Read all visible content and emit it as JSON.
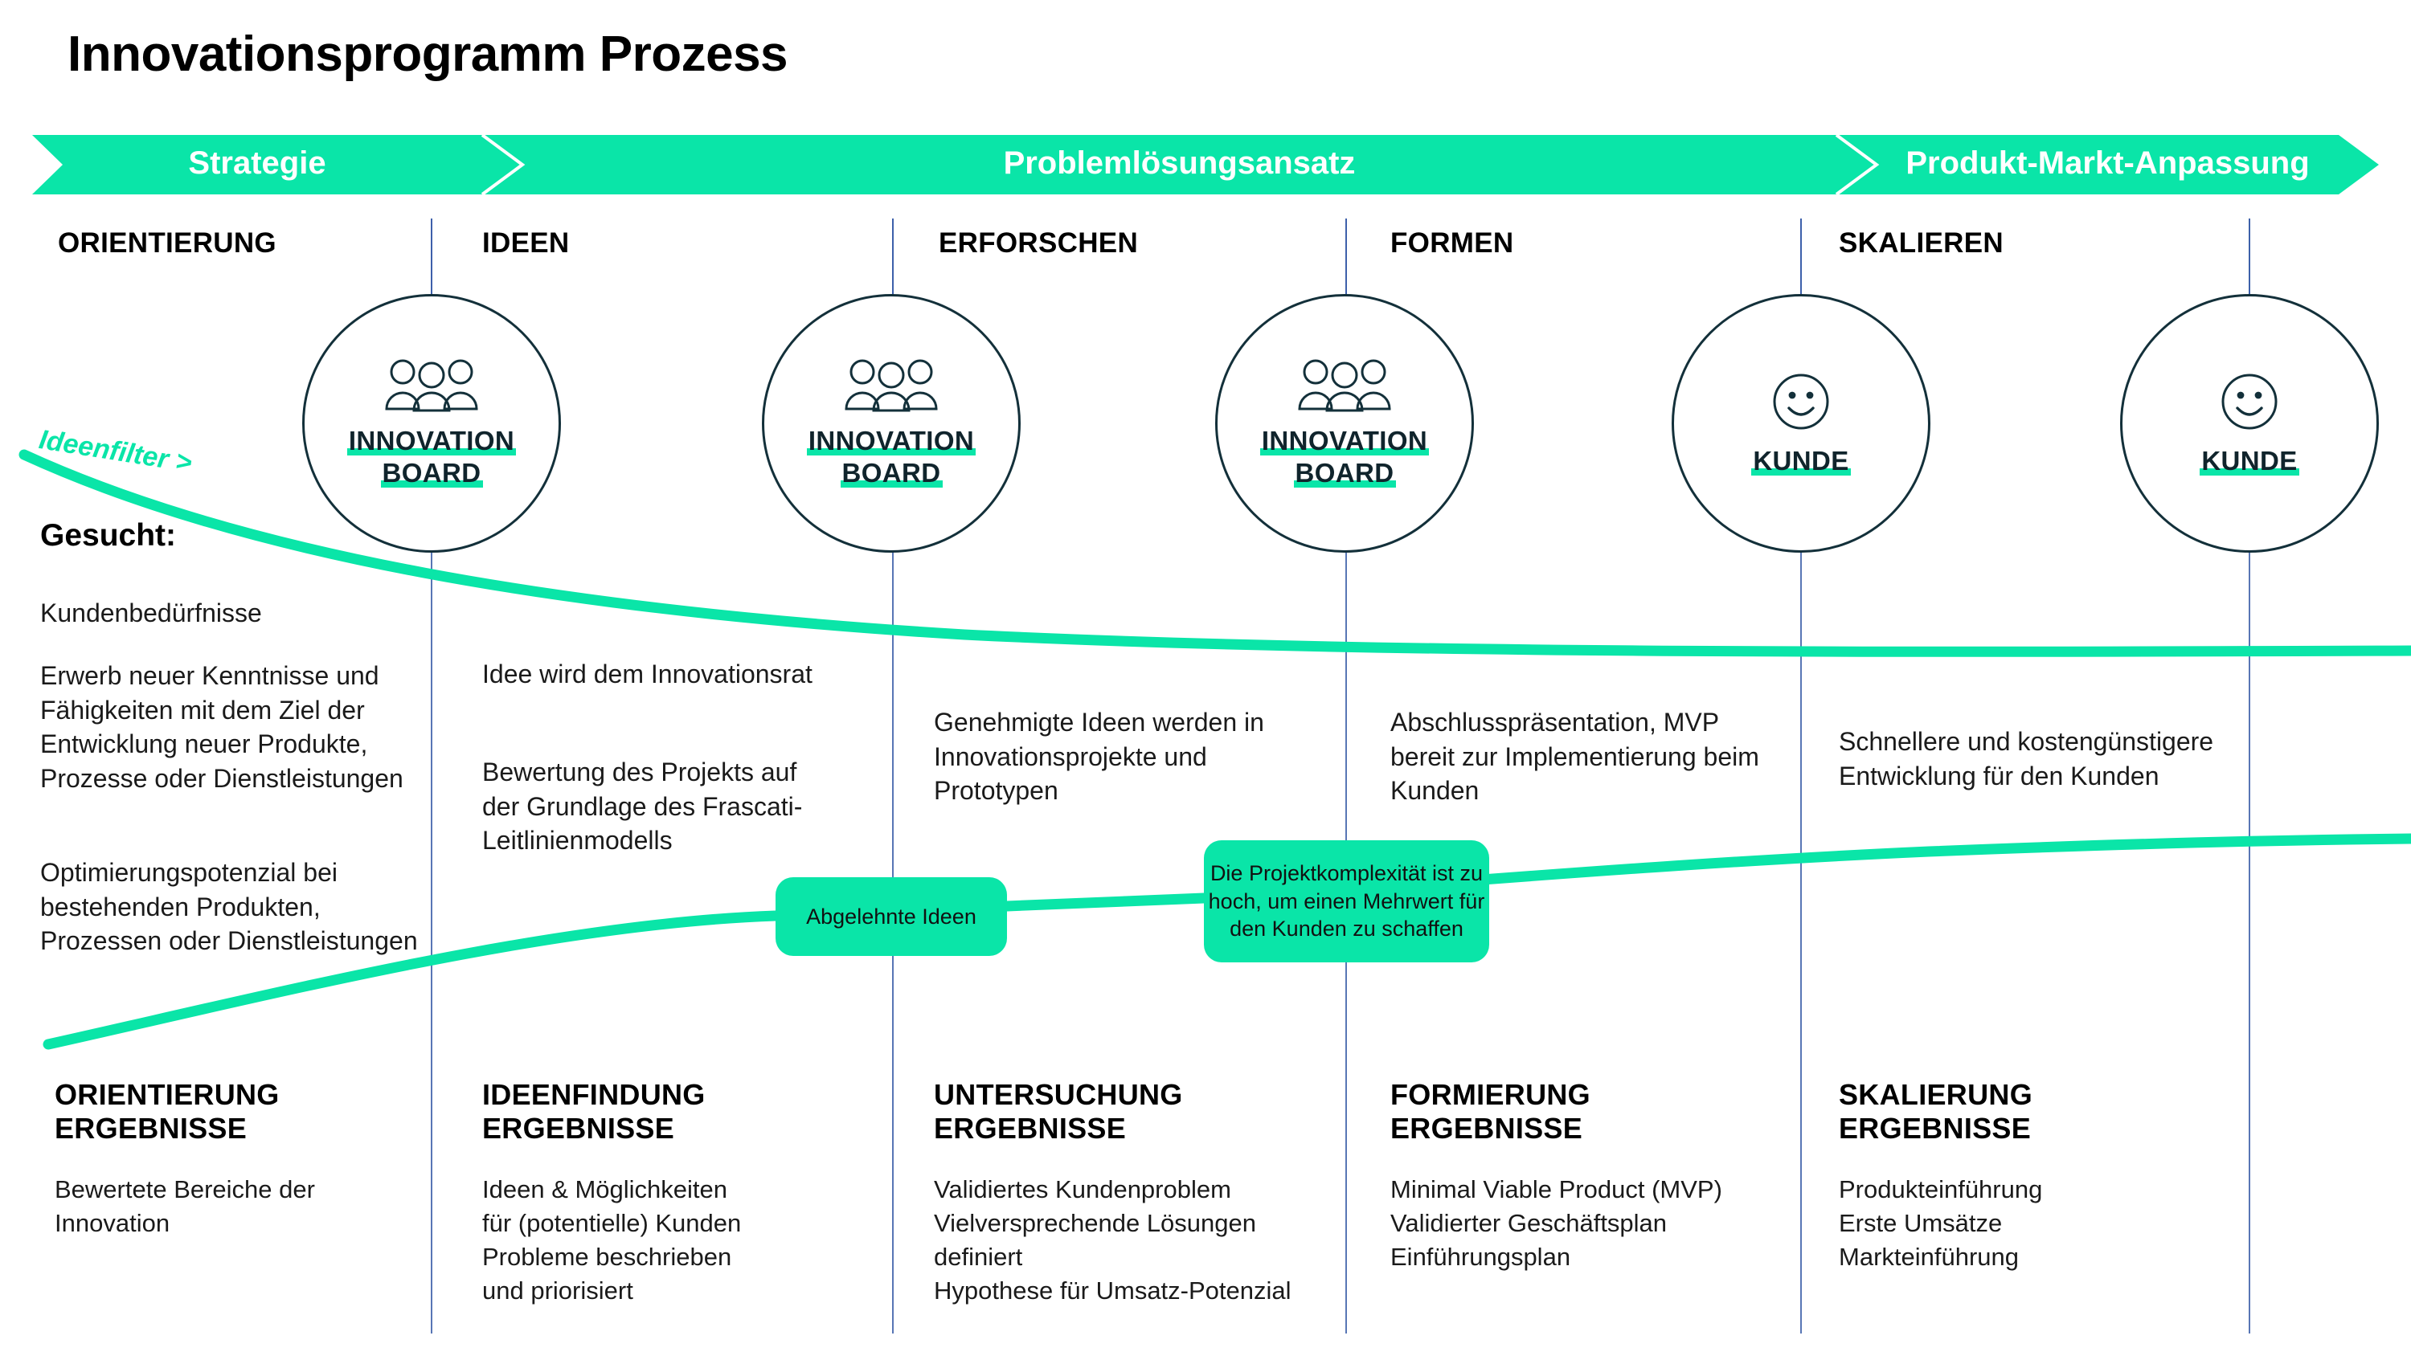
{
  "title": "Innovationsprogramm Prozess",
  "colors": {
    "accent_green": "#0ae5a8",
    "divider_blue": "#3b5ea8",
    "circle_outline": "#13303a",
    "text_dark": "#1a1a1a"
  },
  "phases": [
    {
      "label": "Strategie"
    },
    {
      "label": "Problemlösungsansatz"
    },
    {
      "label": "Produkt-Markt-Anpassung"
    }
  ],
  "stages": [
    {
      "label": "ORIENTIERUNG"
    },
    {
      "label": "IDEEN"
    },
    {
      "label": "ERFORSCHEN"
    },
    {
      "label": "FORMEN"
    },
    {
      "label": "SKALIEREN"
    }
  ],
  "nodes": [
    {
      "icon": "people-group-icon",
      "line1": "INNOVATION",
      "line2": "BOARD"
    },
    {
      "icon": "people-group-icon",
      "line1": "INNOVATION",
      "line2": "BOARD"
    },
    {
      "icon": "people-group-icon",
      "line1": "INNOVATION",
      "line2": "BOARD"
    },
    {
      "icon": "smiley-face-icon",
      "line1": "KUNDE",
      "line2": ""
    },
    {
      "icon": "smiley-face-icon",
      "line1": "KUNDE",
      "line2": ""
    }
  ],
  "funnel_label": "Ideenfilter >",
  "gesucht": {
    "title": "Gesucht:",
    "items": [
      "Kundenbedürfnisse",
      "Erwerb neuer Kenntnisse und Fähigkeiten mit dem Ziel der Entwicklung neuer Produkte, Prozesse oder Dienstleistungen",
      "Optimierungspotenzial bei bestehenden Produkten, Prozessen oder Dienstleistungen"
    ]
  },
  "descriptions": [
    {
      "text": "Idee wird dem Innovationsrat"
    },
    {
      "text": "Bewertung des Projekts auf der Grundlage des Frascati-Leitlinienmodells"
    },
    {
      "text": "Genehmigte Ideen werden in Innovationsprojekte und Prototypen"
    },
    {
      "text": "Abschlusspräsentation, MVP bereit zur Implementierung beim Kunden"
    },
    {
      "text": "Schnellere und kostengünstigere Entwicklung für den Kunden"
    }
  ],
  "callouts": [
    {
      "text": "Abgelehnte Ideen"
    },
    {
      "text": "Die Projektkomplexität ist zu hoch, um einen Mehrwert für den Kunden zu schaffen"
    }
  ],
  "results": [
    {
      "title": "ORIENTIERUNG\nERGEBNISSE",
      "body": "Bewertete Bereiche der\nInnovation"
    },
    {
      "title": "IDEENFINDUNG\nERGEBNISSE",
      "body": "Ideen & Möglichkeiten\nfür (potentielle) Kunden\nProbleme beschrieben\nund priorisiert"
    },
    {
      "title": "UNTERSUCHUNG\nERGEBNISSE",
      "body": "Validiertes Kundenproblem\nVielversprechende Lösungen\ndefiniert\nHypothese für Umsatz-Potenzial"
    },
    {
      "title": "FORMIERUNG\nERGEBNISSE",
      "body": "Minimal Viable Product (MVP)\nValidierter Geschäftsplan\nEinführungsplan"
    },
    {
      "title": "SKALIERUNG\nERGEBNISSE",
      "body": "Produkteinführung\nErste Umsätze\nMarkteinführung"
    }
  ]
}
